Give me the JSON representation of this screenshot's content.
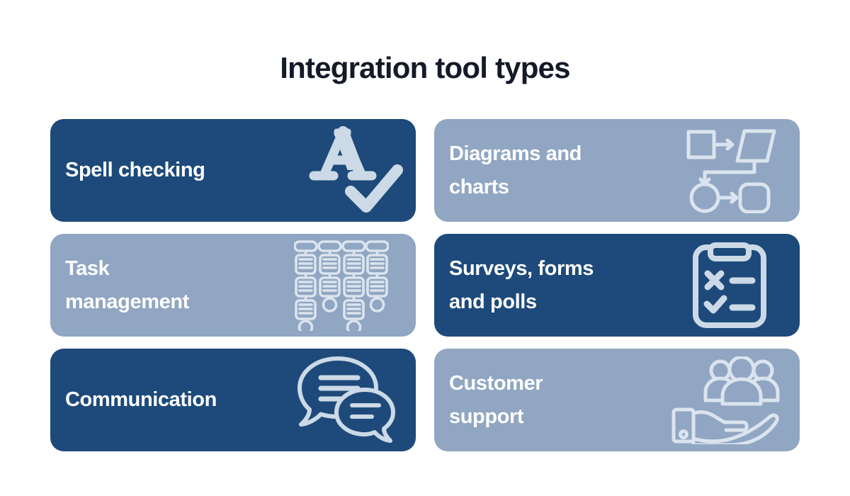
{
  "title": "Integration tool types",
  "colors": {
    "background": "#ffffff",
    "title_text": "#141a28",
    "card_dark": "#1d4a7a",
    "card_light": "#90a6c2",
    "card_text": "#ffffff",
    "icon_on_dark": "#ccd9e6",
    "icon_on_light": "#dbe4ee"
  },
  "cards": [
    {
      "label": "Spell checking",
      "icon": "spellcheck-icon",
      "variant": "dark",
      "column": "left",
      "row": 1
    },
    {
      "label": "Diagrams and\ncharts",
      "icon": "flowchart-icon",
      "variant": "light",
      "column": "right",
      "row": 1
    },
    {
      "label": "Task\nmanagement",
      "icon": "kanban-board-icon",
      "variant": "light",
      "column": "left",
      "row": 2
    },
    {
      "label": "Surveys, forms\nand polls",
      "icon": "clipboard-checklist-icon",
      "variant": "dark",
      "column": "right",
      "row": 2
    },
    {
      "label": "Communication",
      "icon": "speech-bubbles-icon",
      "variant": "dark",
      "column": "left",
      "row": 3
    },
    {
      "label": "Customer\nsupport",
      "icon": "hand-holding-people-icon",
      "variant": "light",
      "column": "right",
      "row": 3
    }
  ]
}
